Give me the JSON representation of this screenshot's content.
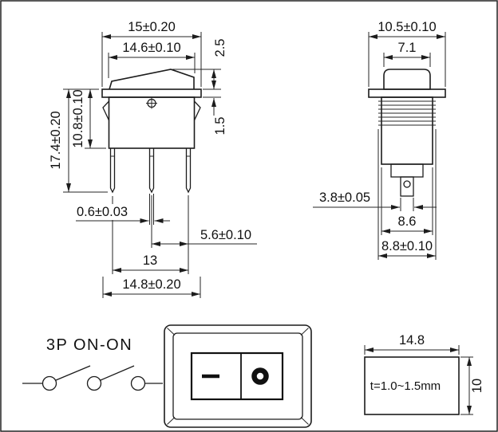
{
  "colors": {
    "line": "#1c1c1c",
    "background": "#ffffff"
  },
  "front_view": {
    "top_width": "15±0.20",
    "rocker_width": "14.6±0.10",
    "rocker_height": "2.5",
    "bezel_height": "1.5",
    "body_height": "10.8±0.10",
    "total_height": "17.4±0.20",
    "pin_thickness": "0.6±0.03",
    "pin_pitch": "5.6±0.10",
    "pin_span": "13",
    "bottom_width": "14.8±0.20"
  },
  "side_view": {
    "top_width": "10.5±0.10",
    "rocker_width": "7.1",
    "terminal_width": "3.8±0.05",
    "body_width": "8.6",
    "flange_width": "8.8±0.10"
  },
  "schematic": {
    "label": "3P ON-ON"
  },
  "panel_cutout": {
    "width": "14.8",
    "height": "10",
    "thickness_note": "t=1.0~1.5mm"
  }
}
